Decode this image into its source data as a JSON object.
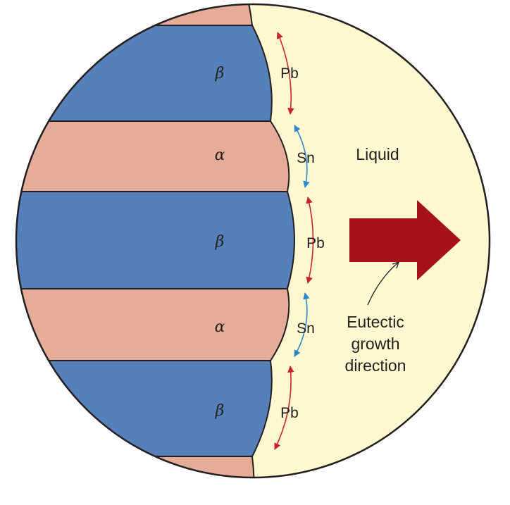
{
  "colors": {
    "alpha_phase": "#e5ac98",
    "beta_phase": "#5680ba",
    "liquid": "#fff8d0",
    "arrow": "#a7121a",
    "lead_diffusion": "#c8242c",
    "tin_diffusion": "#2f86c9",
    "outline": "#231f20"
  },
  "phases": [
    {
      "symbol": "β"
    },
    {
      "symbol": "α"
    },
    {
      "symbol": "β"
    },
    {
      "symbol": "α"
    },
    {
      "symbol": "β"
    }
  ],
  "diffusion": [
    {
      "species": "Pb",
      "arrow_color": "lead"
    },
    {
      "species": "Sn",
      "arrow_color": "tin"
    },
    {
      "species": "Pb",
      "arrow_color": "lead"
    },
    {
      "species": "Sn",
      "arrow_color": "tin"
    },
    {
      "species": "Pb",
      "arrow_color": "lead"
    }
  ],
  "liquid_label": "Liquid",
  "growth": {
    "line1": "Eutectic",
    "line2": "growth",
    "line3": "direction"
  }
}
